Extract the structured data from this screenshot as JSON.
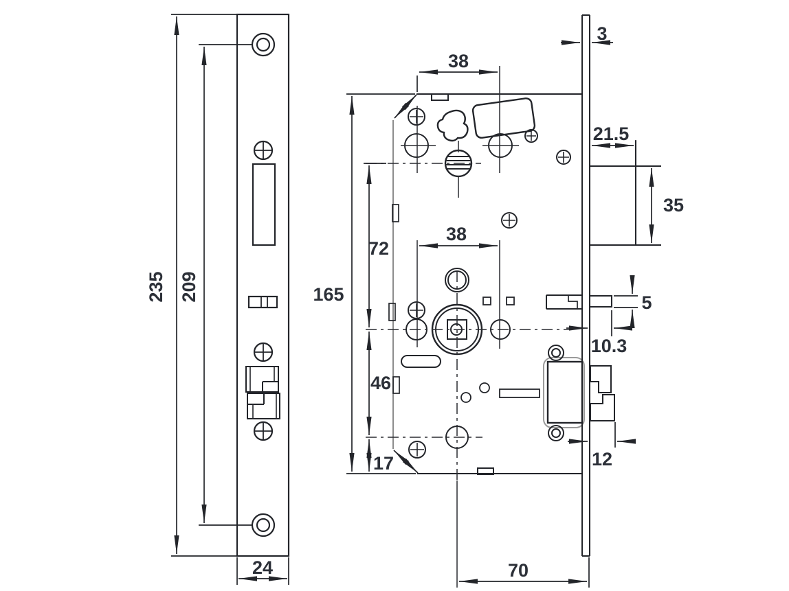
{
  "drawing": {
    "kind": "mortise-lock-dimension-drawing",
    "views": [
      "faceplate-front-view",
      "lock-case-view",
      "faceplate-edge-view"
    ]
  },
  "dims": {
    "faceplate_height": "235",
    "screw_spacing": "209",
    "faceplate_width": "24",
    "case_height": "165",
    "top_row_spacing": "38",
    "mid_row_spacing": "38",
    "hub_to_top_center": "72",
    "hub_to_cylinder": "46",
    "cylinder_to_bottom": "17",
    "plate_thickness": "3",
    "latch_projection": "21.5",
    "latch_height": "35",
    "aux_bolt_height": "5",
    "aux_bolt_projection": "10.3",
    "deadbolt_projection": "12",
    "backset": "70"
  }
}
